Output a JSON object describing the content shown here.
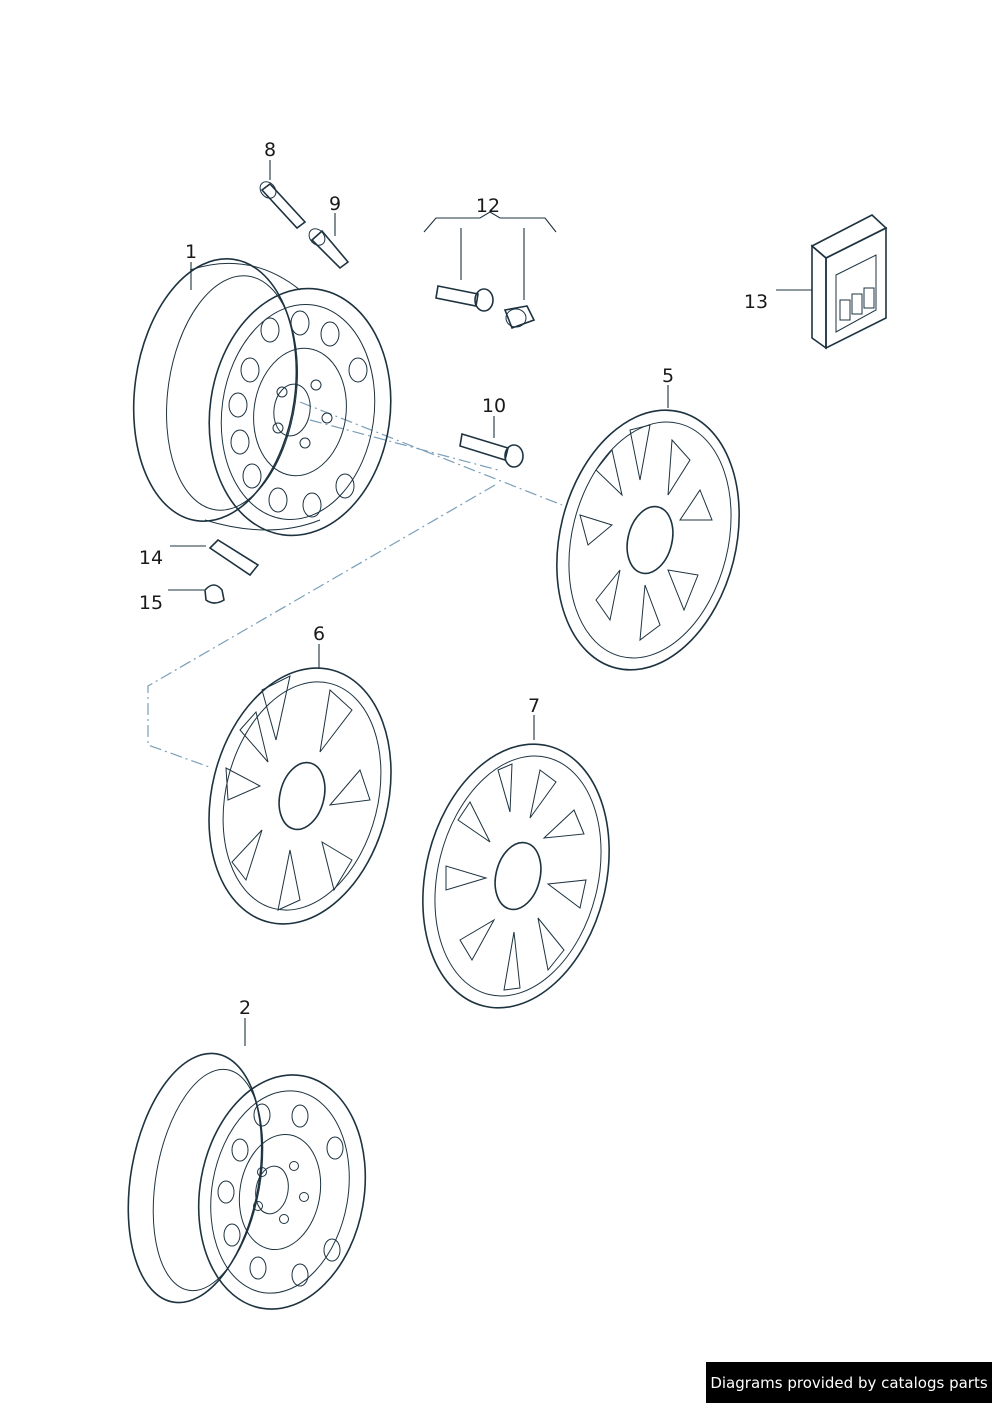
{
  "callouts": {
    "p1": "1",
    "p2": "2",
    "p5": "5",
    "p6": "6",
    "p7": "7",
    "p8": "8",
    "p9": "9",
    "p10": "10",
    "p12": "12",
    "p13": "13",
    "p14": "14",
    "p15": "15"
  },
  "watermark": "Diagrams provided by catalogs parts",
  "colors": {
    "part_fill_light": "#c2dfe8",
    "part_fill_mid": "#7fb4c7",
    "part_fill_dark": "#3f7f97",
    "outline": "#1d3340",
    "assembly_line": "#7a9fb8"
  }
}
